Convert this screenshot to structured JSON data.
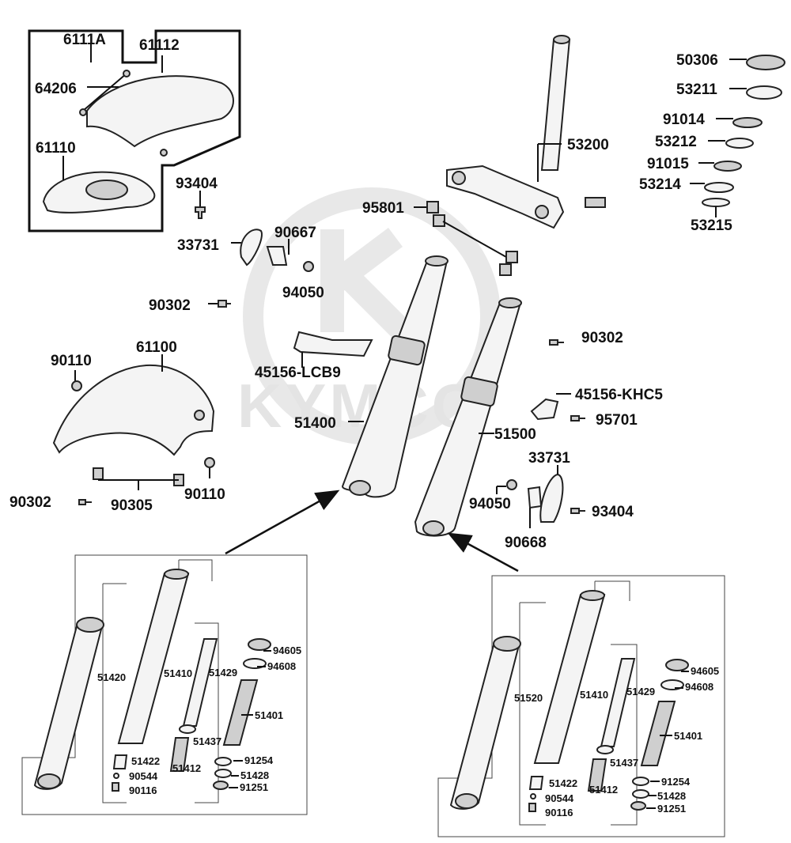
{
  "watermark": {
    "brand": "KYMCO"
  },
  "labels": {
    "p6111A": "6111A",
    "p61112": "61112",
    "p64206": "64206",
    "p61110": "61110",
    "p93404a": "93404",
    "p33731a": "33731",
    "p90667": "90667",
    "p94050a": "94050",
    "p90302a": "90302",
    "p45156lcb9": "45156-LCB9",
    "p61100": "61100",
    "p90110a": "90110",
    "p90302b": "90302",
    "p90305": "90305",
    "p90110b": "90110",
    "p51400": "51400",
    "p51500": "51500",
    "p95801": "95801",
    "p53200": "53200",
    "p50306": "50306",
    "p53211": "53211",
    "p91014": "91014",
    "p53212": "53212",
    "p91015": "91015",
    "p53214": "53214",
    "p53215": "53215",
    "p90302c": "90302",
    "p45156khc5": "45156-KHC5",
    "p95701": "95701",
    "p33731b": "33731",
    "p94050b": "94050",
    "p93404b": "93404",
    "p90668": "90668"
  },
  "left_detail": {
    "p51420": "51420",
    "p51410": "51410",
    "p51429": "51429",
    "p94605": "94605",
    "p94608": "94608",
    "p51401": "51401",
    "p51437": "51437",
    "p51422": "51422",
    "p51412": "51412",
    "p91254": "91254",
    "p90544": "90544",
    "p51428": "51428",
    "p90116": "90116",
    "p91251": "91251"
  },
  "right_detail": {
    "p51520": "51520",
    "p51410": "51410",
    "p51429": "51429",
    "p94605": "94605",
    "p94608": "94608",
    "p51401": "51401",
    "p51437": "51437",
    "p51422": "51422",
    "p51412": "51412",
    "p91254": "91254",
    "p90544": "90544",
    "p51428": "51428",
    "p90116": "90116",
    "p91251": "91251"
  }
}
